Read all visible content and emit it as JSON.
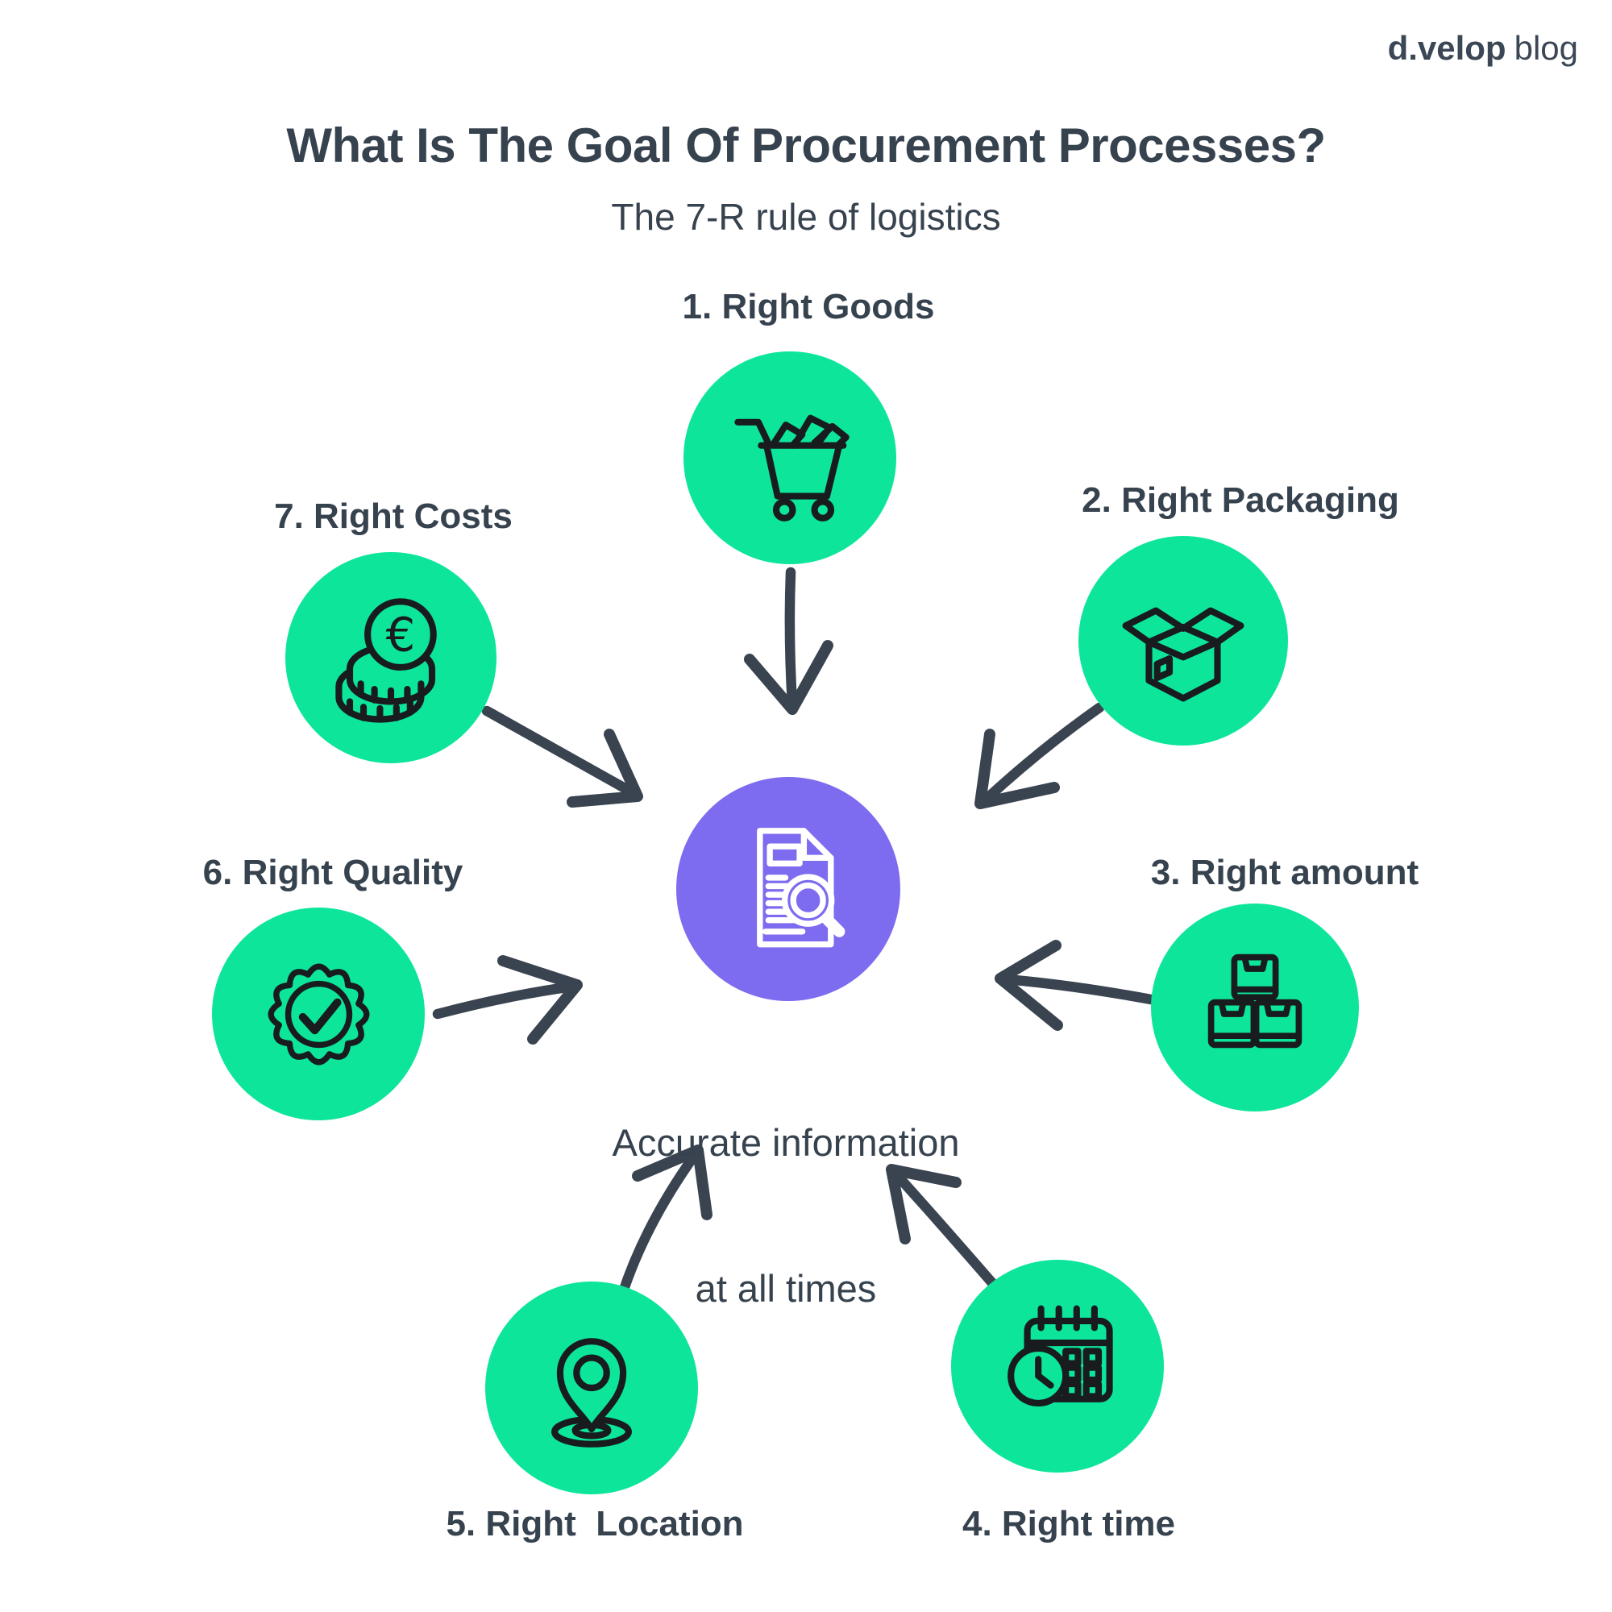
{
  "logo": {
    "brand": "d.velop",
    "suffix": "blog"
  },
  "header": {
    "title": "What Is The Goal Of Procurement Processes?",
    "subtitle": "The 7-R rule of logistics"
  },
  "center": {
    "icon": "document-search-icon",
    "caption_line1": "Accurate information",
    "caption_line2": "at all times"
  },
  "nodes": [
    {
      "id": 1,
      "label": "1. Right Goods",
      "icon": "shopping-cart-icon"
    },
    {
      "id": 2,
      "label": "2. Right Packaging",
      "icon": "open-box-icon"
    },
    {
      "id": 3,
      "label": "3. Right amount",
      "icon": "stacked-boxes-icon"
    },
    {
      "id": 4,
      "label": "4. Right time",
      "icon": "calendar-clock-icon"
    },
    {
      "id": 5,
      "label": "5. Right  Location",
      "icon": "location-pin-icon"
    },
    {
      "id": 6,
      "label": "6. Right Quality",
      "icon": "quality-badge-icon"
    },
    {
      "id": 7,
      "label": "7. Right Costs",
      "icon": "euro-coins-icon",
      "currency_glyph": "€"
    }
  ],
  "colors": {
    "node_circle": "#0de69a",
    "center_circle": "#7d6bf0",
    "text": "#36424e",
    "arrow": "#3a4450",
    "icon_stroke": "#191c1f",
    "background": "#ffffff"
  }
}
